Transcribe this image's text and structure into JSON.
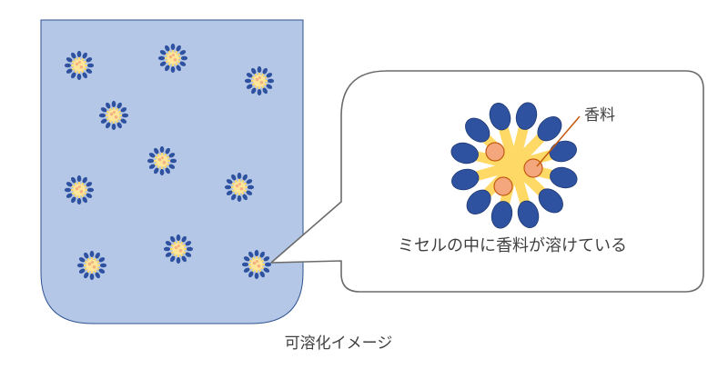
{
  "labels": {
    "fragrance": "香料",
    "description": "ミセルの中に香料が溶けている",
    "caption": "可溶化イメージ"
  },
  "colors": {
    "solution": "#b4c7e7",
    "solution_border": "#2f528f",
    "head": "#2f52a0",
    "tail": "#ffd966",
    "core": "#f4b183",
    "fragrance_particle": "#f4a77c",
    "pointer_line": "#c55a11",
    "callout_border": "#6b6b6b"
  },
  "icons": [
    "micelle-icon",
    "fragrance-particle-icon"
  ]
}
